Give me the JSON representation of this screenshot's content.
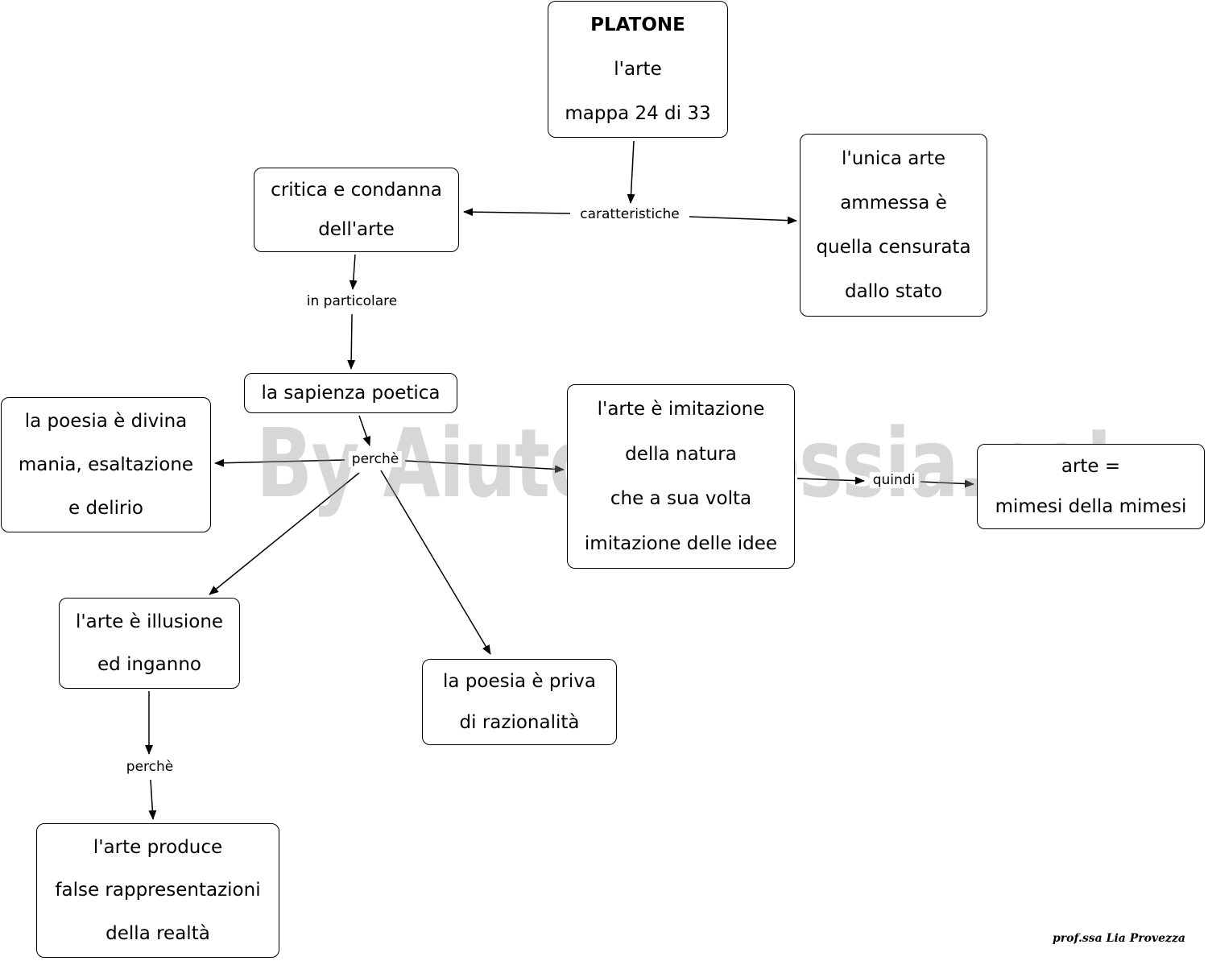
{
  "nodes": {
    "platone": [
      "PLATONE",
      "l'arte",
      "mappa 24 di 33"
    ],
    "critica": [
      "critica e condanna",
      "dell'arte"
    ],
    "unica_arte": [
      "l'unica arte",
      "ammessa è",
      "quella censurata",
      "dallo stato"
    ],
    "sapienza": [
      "la sapienza poetica"
    ],
    "poesia_divina": [
      "la poesia è divina",
      "mania, esaltazione",
      "e delirio"
    ],
    "imitazione": [
      "l'arte è imitazione",
      "della natura",
      "che a sua volta",
      "imitazione delle idee"
    ],
    "mimesi": [
      "arte =",
      "mimesi della mimesi"
    ],
    "illusione": [
      "l'arte è illusione",
      "ed inganno"
    ],
    "priva": [
      "la poesia è priva",
      "di razionalità"
    ],
    "produce": [
      "l'arte produce",
      "false rappresentazioni",
      "della realtà"
    ]
  },
  "links": {
    "caratteristiche": "caratteristiche",
    "in_particolare": "in particolare",
    "perche_1": "perchè",
    "quindi": "quindi",
    "perche_2": "perchè"
  },
  "watermark": "By AiutoDislessia.net",
  "credit": "prof.ssa Lia Provezza"
}
